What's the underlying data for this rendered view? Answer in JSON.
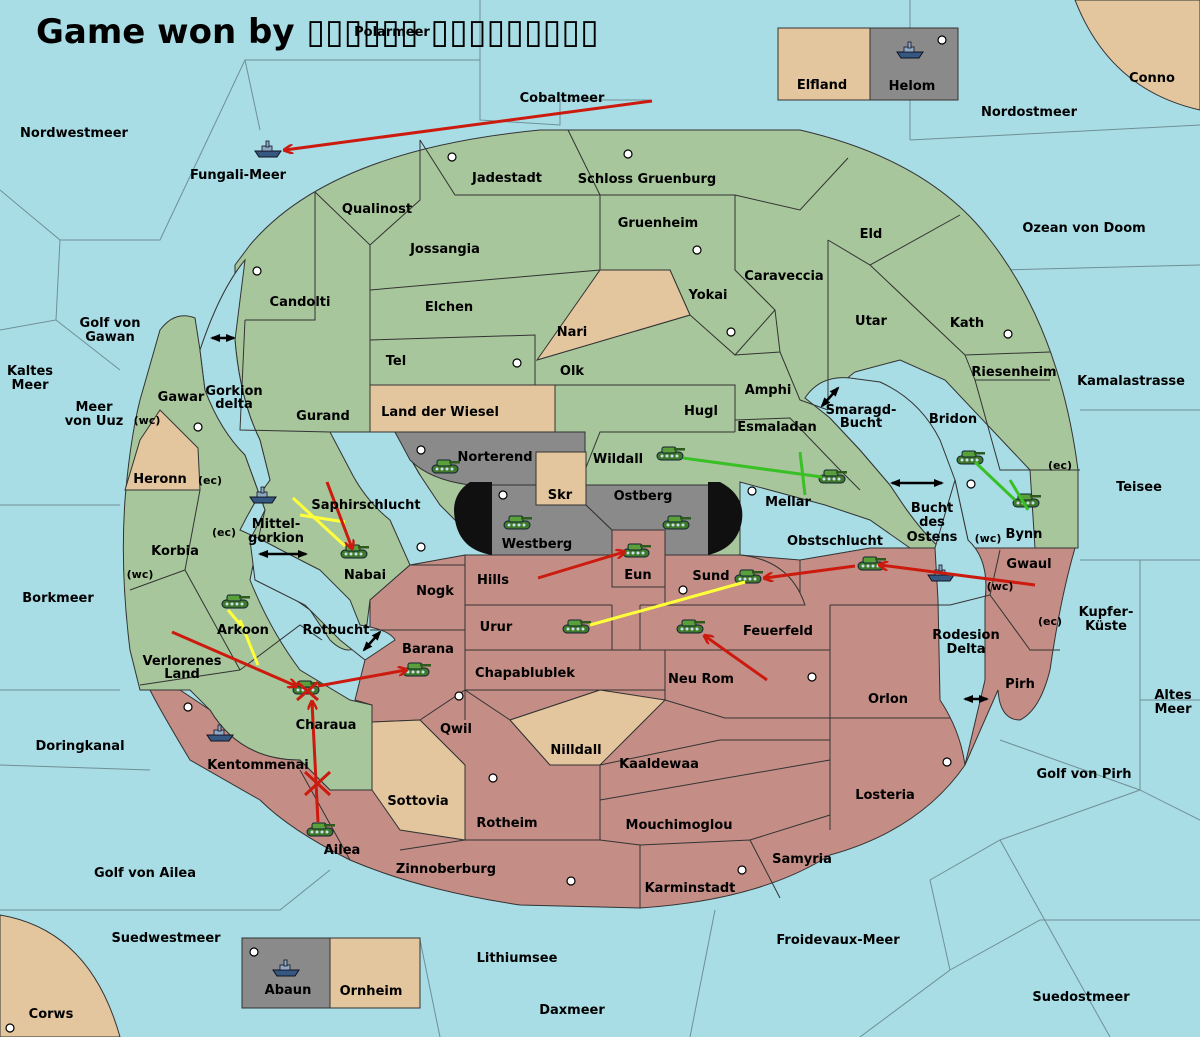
{
  "title": "Game won by ▯▯▯▯▯▯ ▯▯▯▯▯▯▯▯▯",
  "colors": {
    "water": "#a8dde6",
    "green": "#a7c69b",
    "red": "#c48d85",
    "tan": "#e3c59e",
    "grey": "#8a8a8a",
    "dark": "#101010"
  },
  "regions": {
    "polarmeer": "Polarmeer",
    "cobaltmeer": "Cobaltmeer",
    "nordwestmeer": "Nordwestmeer",
    "fungali": "Fungali-Meer",
    "nordostmeer": "Nordostmeer",
    "conno": "Conno",
    "elfland": "Elfland",
    "helom": "Helom",
    "jadestadt": "Jadestadt",
    "schloss": "Schloss Gruenburg",
    "qualinost": "Qualinost",
    "gruenheim": "Gruenheim",
    "eld": "Eld",
    "ozean": "Ozean von Doom",
    "jossangia": "Jossangia",
    "caraveccia": "Caraveccia",
    "candolti": "Candolti",
    "yokai": "Yokai",
    "elchen": "Elchen",
    "nari": "Nari",
    "utar": "Utar",
    "kath": "Kath",
    "golf_gawan_1": "Golf von",
    "golf_gawan_2": "Gawan",
    "kaltes_1": "Kaltes",
    "kaltes_2": "Meer",
    "tel": "Tel",
    "olk": "Olk",
    "riesenheim": "Riesenheim",
    "kamalastrasse": "Kamalastrasse",
    "amphi": "Amphi",
    "gawar": "Gawar",
    "gorkion_1": "Gorkion",
    "gorkion_2": "delta",
    "meer_uuz_1": "Meer",
    "meer_uuz_2": "von Uuz",
    "gurand": "Gurand",
    "land_wiesel": "Land der Wiesel",
    "hugl": "Hugl",
    "smaragd_1": "Smaragd-",
    "smaragd_2": "Bucht",
    "bridon": "Bridon",
    "esmaladan": "Esmaladan",
    "wc1": "(wc)",
    "heronn": "Heronn",
    "ec1": "(ec)",
    "norterend": "Norterend",
    "wildall": "Wildall",
    "skr": "Skr",
    "ostberg": "Ostberg",
    "mellar": "Mellar",
    "ec2": "(ec)",
    "teisee": "Teisee",
    "saphir": "Saphirschlucht",
    "mittel_1": "Mittel-",
    "mittel_2": "gorkion",
    "korbia": "Korbia",
    "ec3": "(ec)",
    "westberg": "Westberg",
    "obstschlucht": "Obstschlucht",
    "bucht_1": "Bucht",
    "bucht_2": "des",
    "bucht_3": "Ostens",
    "bynn": "Bynn",
    "wc2": "(wc)",
    "nabai": "Nabai",
    "eun": "Eun",
    "sund": "Sund",
    "gwaul": "Gwaul",
    "wc3": "(wc)",
    "wc4": "(wc)",
    "borkmeer": "Borkmeer",
    "nogk": "Nogk",
    "hills": "Hills",
    "kupfer_1": "Kupfer-",
    "kupfer_2": "Küste",
    "arkoon": "Arkoon",
    "rotbucht": "Rotbucht",
    "urur": "Urur",
    "feuerfeld": "Feuerfeld",
    "ec4": "(ec)",
    "barana": "Barana",
    "rodesion_1": "Rodesion",
    "rodesion_2": "Delta",
    "verlorenes_1": "Verlorenes",
    "verlorenes_2": "Land",
    "chapablublek": "Chapablublek",
    "neurom": "Neu Rom",
    "pirh": "Pirh",
    "altes_1": "Altes",
    "altes_2": "Meer",
    "orlon": "Orlon",
    "charaua": "Charaua",
    "qwil": "Qwil",
    "doringkanal": "Doringkanal",
    "nilldall": "Nilldall",
    "kentommenai": "Kentommenai",
    "kaaldewaa": "Kaaldewaa",
    "golf_pirh": "Golf von Pirh",
    "losteria": "Losteria",
    "sottovia": "Sottovia",
    "rotheim": "Rotheim",
    "mouchimoglou": "Mouchimoglou",
    "ailea": "Ailea",
    "samyria": "Samyria",
    "zinnoberburg": "Zinnoberburg",
    "golf_ailea": "Golf von Ailea",
    "karminstadt": "Karminstadt",
    "suedwestmeer": "Suedwestmeer",
    "froidevaux": "Froidevaux-Meer",
    "lithiumsee": "Lithiumsee",
    "abaun": "Abaun",
    "ornheim": "Ornheim",
    "suedostmeer": "Suedostmeer",
    "corws": "Corws",
    "daxmeer": "Daxmeer"
  }
}
